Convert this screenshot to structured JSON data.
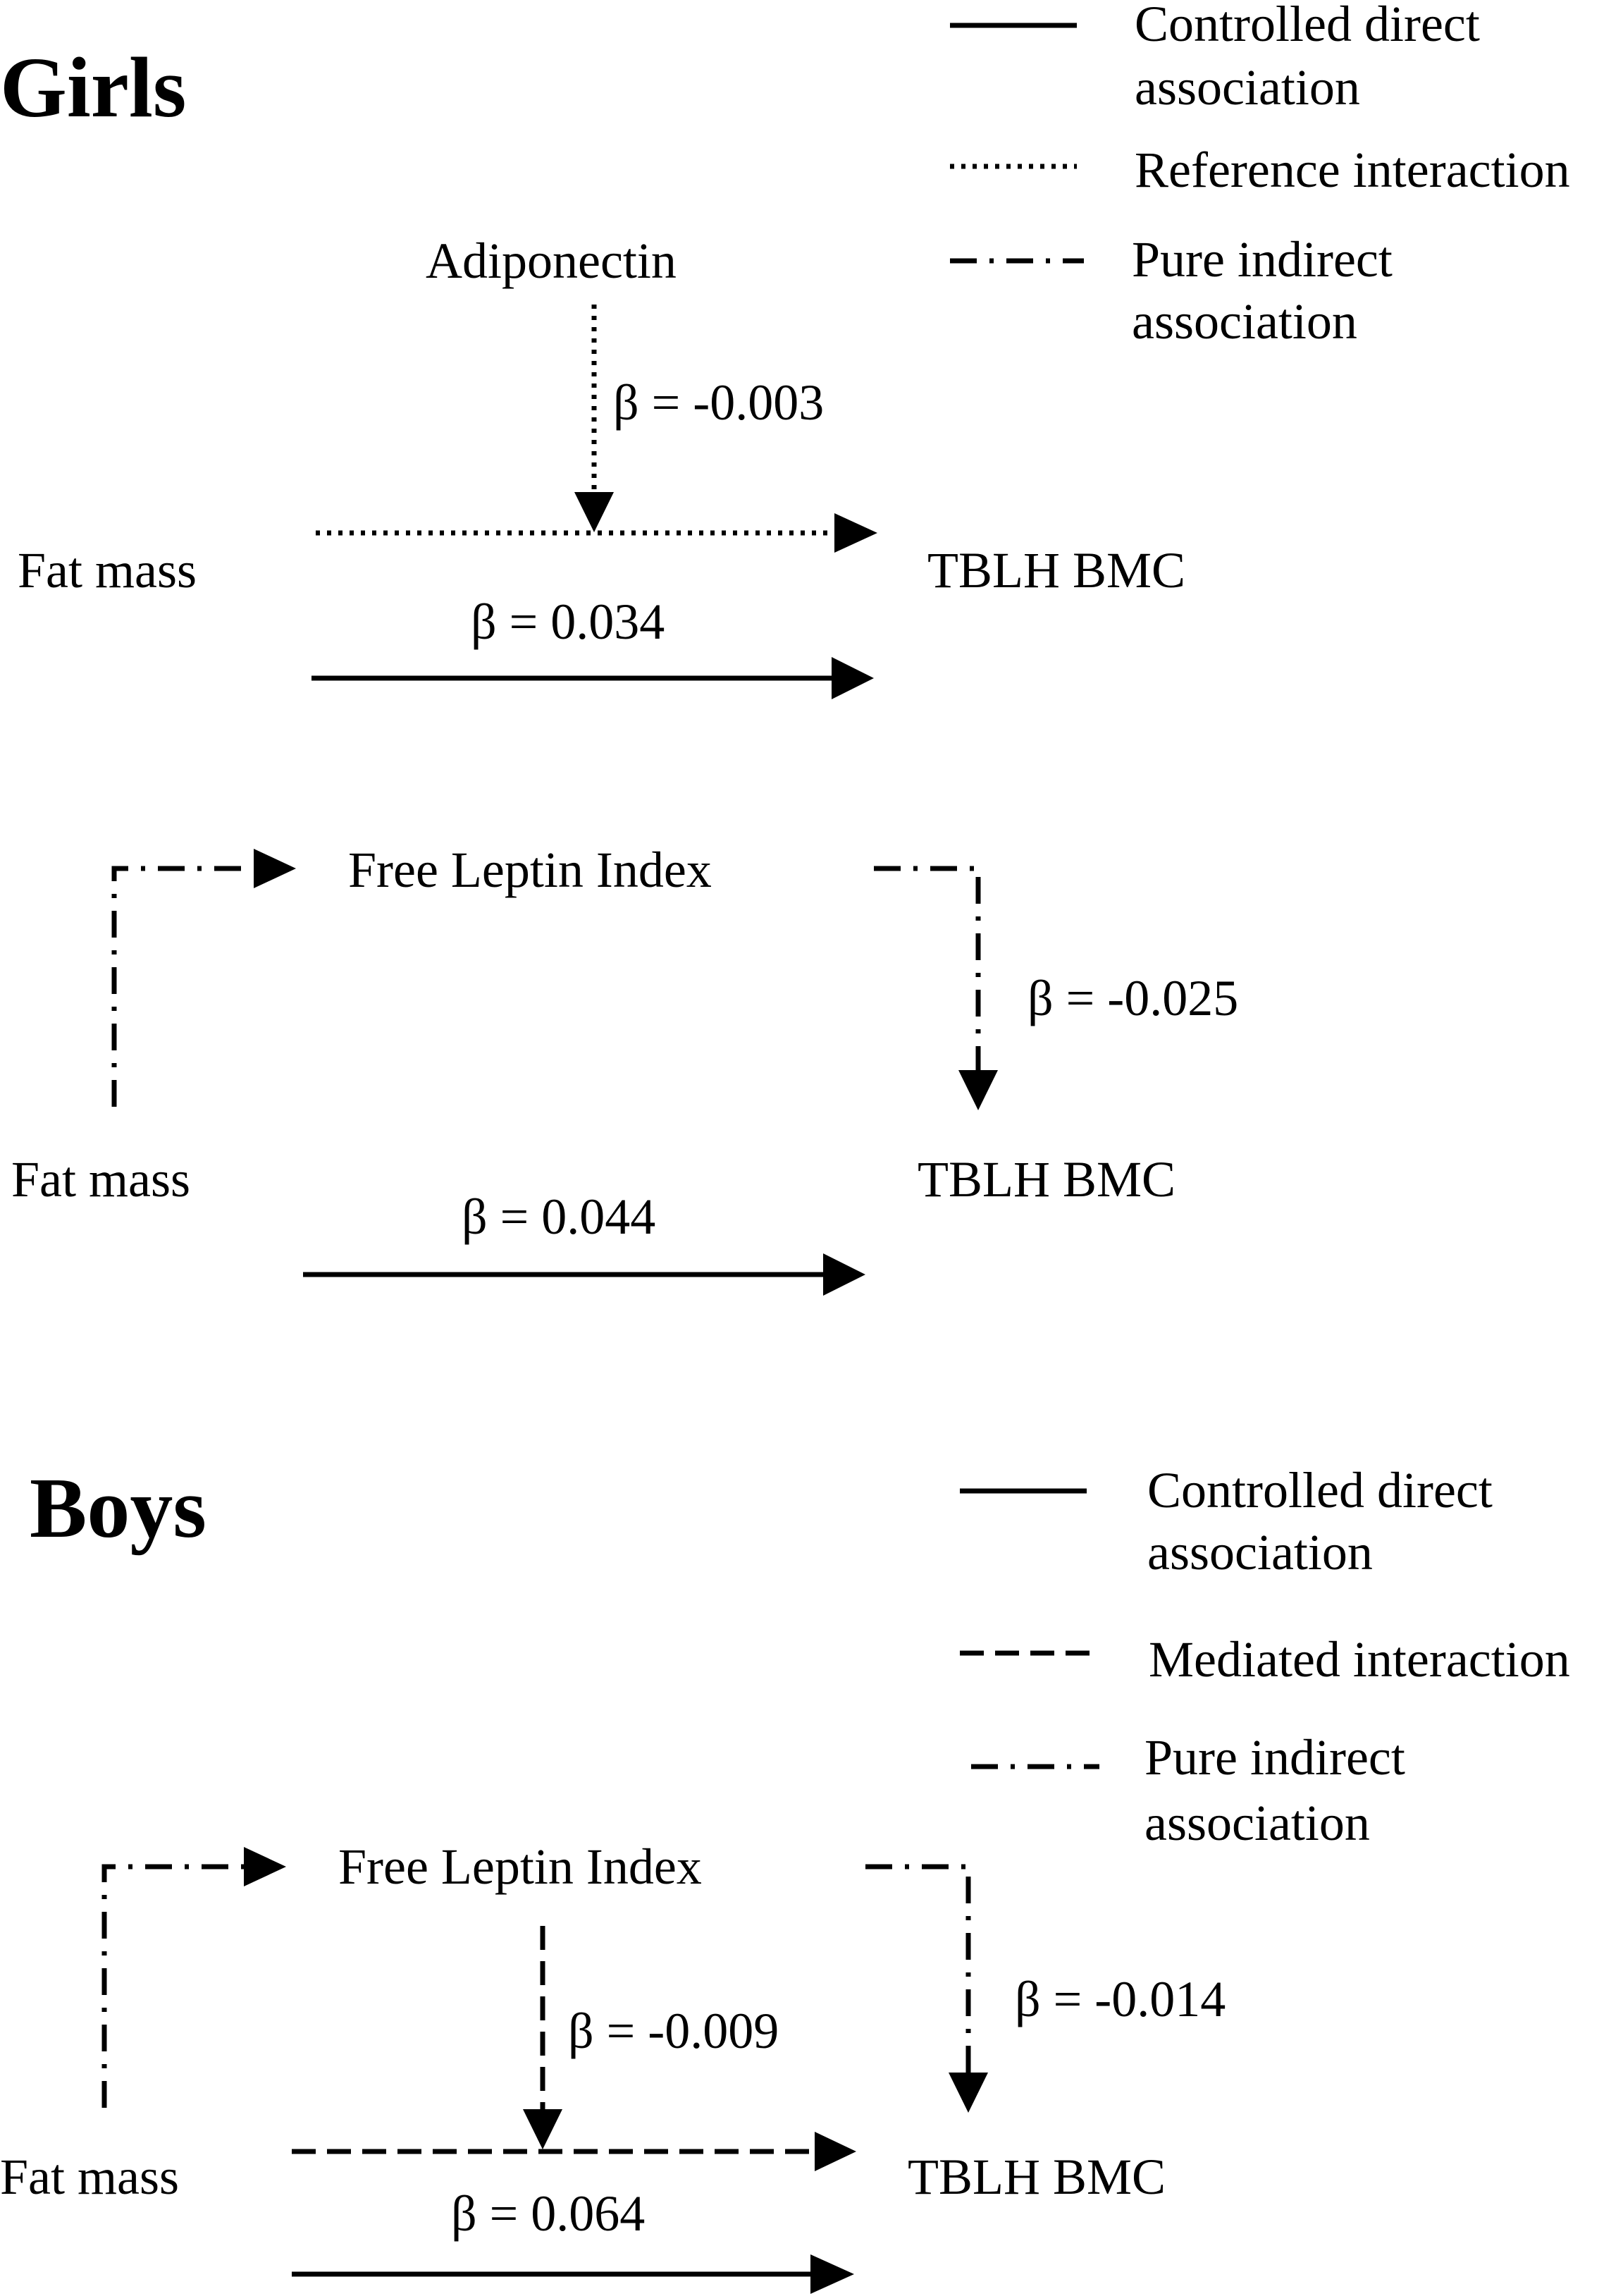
{
  "girls": {
    "title": "Girls",
    "legend": {
      "solid": [
        "Controlled direct",
        "association"
      ],
      "dotted": [
        "Reference interaction"
      ],
      "dashdot": [
        "Pure indirect",
        "association"
      ]
    },
    "model1": {
      "moderator": "Adiponectin",
      "exposure": "Fat mass",
      "outcome": "TBLH BMC",
      "interaction_beta": "β = -0.003",
      "direct_beta": "β = 0.034"
    },
    "model2": {
      "mediator": "Free Leptin Index",
      "exposure": "Fat mass",
      "outcome": "TBLH BMC",
      "indirect_beta": "β = -0.025",
      "direct_beta": "β = 0.044"
    }
  },
  "boys": {
    "title": "Boys",
    "legend": {
      "solid": [
        "Controlled direct",
        "association"
      ],
      "dashed": [
        "Mediated interaction"
      ],
      "dashdot": [
        "Pure indirect",
        "association"
      ]
    },
    "model": {
      "mediator": "Free Leptin Index",
      "exposure": "Fat mass",
      "outcome": "TBLH BMC",
      "interaction_beta": "β = -0.009",
      "indirect_beta": "β = -0.014",
      "direct_beta": "β = 0.064"
    }
  }
}
